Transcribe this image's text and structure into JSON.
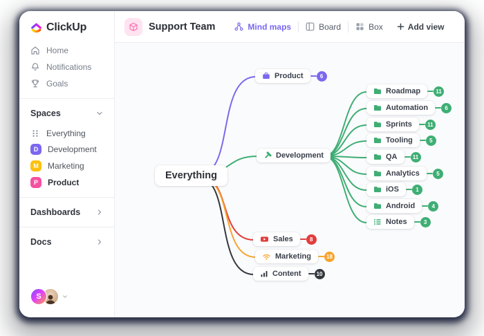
{
  "app": {
    "brand": "ClickUp"
  },
  "sidebar": {
    "nav_items": [
      {
        "icon": "home-icon",
        "label": "Home"
      },
      {
        "icon": "bell-icon",
        "label": "Notifications"
      },
      {
        "icon": "trophy-icon",
        "label": "Goals"
      }
    ],
    "spaces": {
      "header": "Spaces",
      "items": [
        {
          "icon": "grid-icon",
          "label": "Everything"
        },
        {
          "initial": "D",
          "label": "Development",
          "color": "#7b68ee"
        },
        {
          "initial": "M",
          "label": "Marketing",
          "color": "#fdc00f"
        },
        {
          "initial": "P",
          "label": "Product",
          "color": "#f650a0"
        }
      ]
    },
    "links": [
      {
        "label": "Dashboards"
      },
      {
        "label": "Docs"
      }
    ],
    "user": {
      "initial": "S"
    }
  },
  "header": {
    "title": "Support Team",
    "views": [
      {
        "label": "Mind maps",
        "active": true,
        "color": "#7b68ee"
      },
      {
        "label": "Board",
        "active": false
      },
      {
        "label": "Box",
        "active": false
      }
    ],
    "add_view": "Add view"
  },
  "mindmap": {
    "root": {
      "label": "Everything"
    },
    "branches": [
      {
        "label": "Product",
        "count": "6",
        "color": "#7b68ee",
        "icon": "briefcase-icon"
      },
      {
        "label": "Development",
        "color": "#3fae74",
        "icon": "hammer-icon",
        "children": [
          {
            "label": "Roadmap",
            "count": "11",
            "icon": "folder-icon"
          },
          {
            "label": "Automation",
            "count": "6",
            "icon": "folder-icon"
          },
          {
            "label": "Sprints",
            "count": "11",
            "icon": "folder-icon"
          },
          {
            "label": "Tooling",
            "count": "5",
            "icon": "folder-icon"
          },
          {
            "label": "QA",
            "count": "11",
            "icon": "folder-icon"
          },
          {
            "label": "Analytics",
            "count": "5",
            "icon": "folder-icon"
          },
          {
            "label": "iOS",
            "count": "1",
            "icon": "folder-icon"
          },
          {
            "label": "Android",
            "count": "4",
            "icon": "folder-icon"
          },
          {
            "label": "Notes",
            "count": "3",
            "icon": "list-icon"
          }
        ]
      },
      {
        "label": "Sales",
        "count": "8",
        "color": "#e23d3d",
        "icon": "video-icon"
      },
      {
        "label": "Marketing",
        "count": "18",
        "color": "#f7a32b",
        "icon": "wifi-icon"
      },
      {
        "label": "Content",
        "count": "10",
        "color": "#33383f",
        "icon": "chart-icon"
      }
    ]
  }
}
